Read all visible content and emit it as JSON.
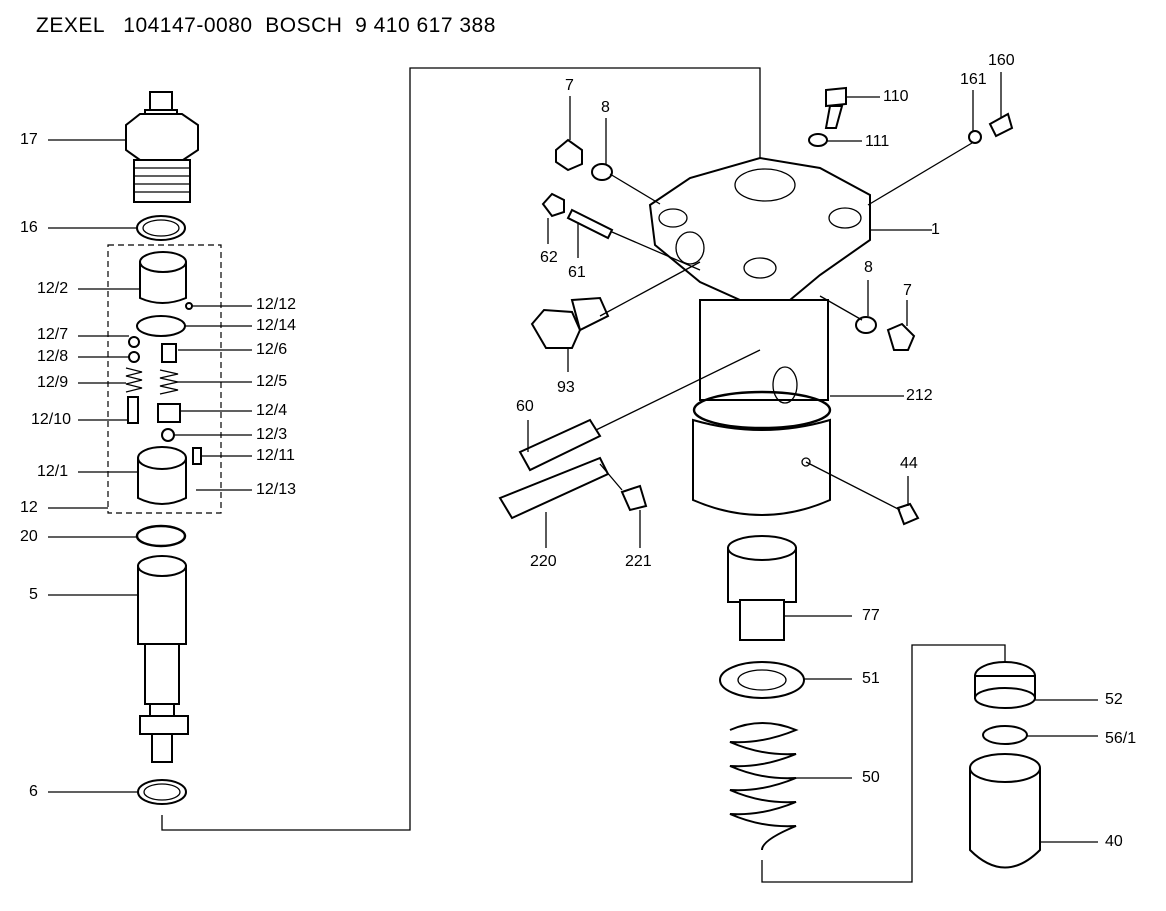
{
  "header": {
    "brand": "ZEXEL",
    "part_number": "104147-0080",
    "maker": "BOSCH",
    "maker_number": "9 410 617 388"
  },
  "callouts": [
    {
      "id": "17",
      "text": "17"
    },
    {
      "id": "16",
      "text": "16"
    },
    {
      "id": "12-2",
      "text": "12/2"
    },
    {
      "id": "12-12",
      "text": "12/12"
    },
    {
      "id": "12-14",
      "text": "12/14"
    },
    {
      "id": "12-7",
      "text": "12/7"
    },
    {
      "id": "12-6",
      "text": "12/6"
    },
    {
      "id": "12-8",
      "text": "12/8"
    },
    {
      "id": "12-9",
      "text": "12/9"
    },
    {
      "id": "12-5",
      "text": "12/5"
    },
    {
      "id": "12-4",
      "text": "12/4"
    },
    {
      "id": "12-10",
      "text": "12/10"
    },
    {
      "id": "12-3",
      "text": "12/3"
    },
    {
      "id": "12-11",
      "text": "12/11"
    },
    {
      "id": "12-1",
      "text": "12/1"
    },
    {
      "id": "12-13",
      "text": "12/13"
    },
    {
      "id": "12",
      "text": "12"
    },
    {
      "id": "20",
      "text": "20"
    },
    {
      "id": "5",
      "text": "5"
    },
    {
      "id": "6",
      "text": "6"
    },
    {
      "id": "7a",
      "text": "7"
    },
    {
      "id": "8a",
      "text": "8"
    },
    {
      "id": "110",
      "text": "110"
    },
    {
      "id": "111",
      "text": "111"
    },
    {
      "id": "161",
      "text": "161"
    },
    {
      "id": "160",
      "text": "160"
    },
    {
      "id": "1",
      "text": "1"
    },
    {
      "id": "62",
      "text": "62"
    },
    {
      "id": "61",
      "text": "61"
    },
    {
      "id": "8b",
      "text": "8"
    },
    {
      "id": "7b",
      "text": "7"
    },
    {
      "id": "93",
      "text": "93"
    },
    {
      "id": "212",
      "text": "212"
    },
    {
      "id": "60",
      "text": "60"
    },
    {
      "id": "44",
      "text": "44"
    },
    {
      "id": "220",
      "text": "220"
    },
    {
      "id": "221",
      "text": "221"
    },
    {
      "id": "77",
      "text": "77"
    },
    {
      "id": "51",
      "text": "51"
    },
    {
      "id": "52",
      "text": "52"
    },
    {
      "id": "56-1",
      "text": "56/1"
    },
    {
      "id": "50",
      "text": "50"
    },
    {
      "id": "40",
      "text": "40"
    }
  ]
}
